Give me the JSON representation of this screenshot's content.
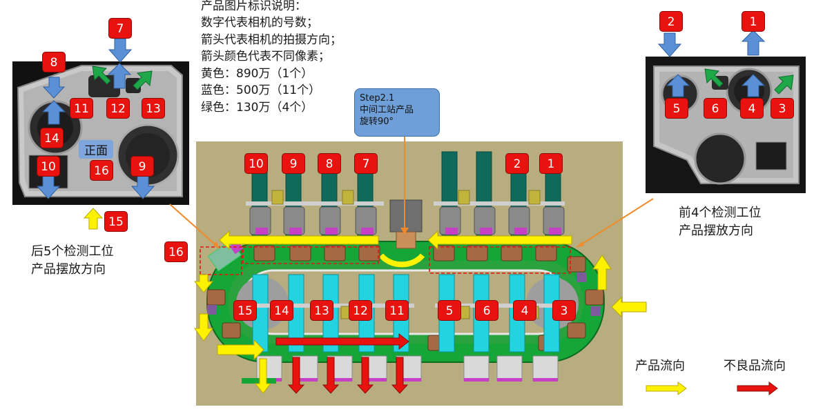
{
  "legend": {
    "title": "产品图片标识说明：",
    "lines": [
      "数字代表相机的号数；",
      "箭头代表相机的拍摄方向；",
      "箭头颜色代表不同像素；",
      "黄色：890万（1个）",
      "蓝色：500万（11个）",
      "绿色：130万（4个）"
    ]
  },
  "callout": {
    "line1": "Step2.1",
    "line2": "中间工站产品",
    "line3": "旋转90°"
  },
  "captions": {
    "rear_line1": "后5个检测工位",
    "rear_line2": "产品摆放方向",
    "front_line1": "前4个检测工位",
    "front_line2": "产品摆放方向"
  },
  "front_face_label": "正面",
  "flow_legend": {
    "product_flow": "产品流向",
    "defect_flow": "不良品流向"
  },
  "colors": {
    "yellow": "#fff200",
    "blue": "#5b8fd6",
    "green": "#1fa84a",
    "red": "#e8130f",
    "machine_bg": "#b8ad7e"
  },
  "badges": {
    "left_img": [
      "7",
      "8",
      "11",
      "12",
      "13",
      "14",
      "16",
      "10",
      "9",
      "15"
    ],
    "right_img": [
      "2",
      "1",
      "5",
      "6",
      "4",
      "3"
    ],
    "machine_top": [
      "10",
      "9",
      "8",
      "7",
      "2",
      "1"
    ],
    "machine_bottom": [
      "15",
      "14",
      "13",
      "12",
      "11",
      "5",
      "6",
      "4",
      "3"
    ],
    "machine_left": "16"
  }
}
